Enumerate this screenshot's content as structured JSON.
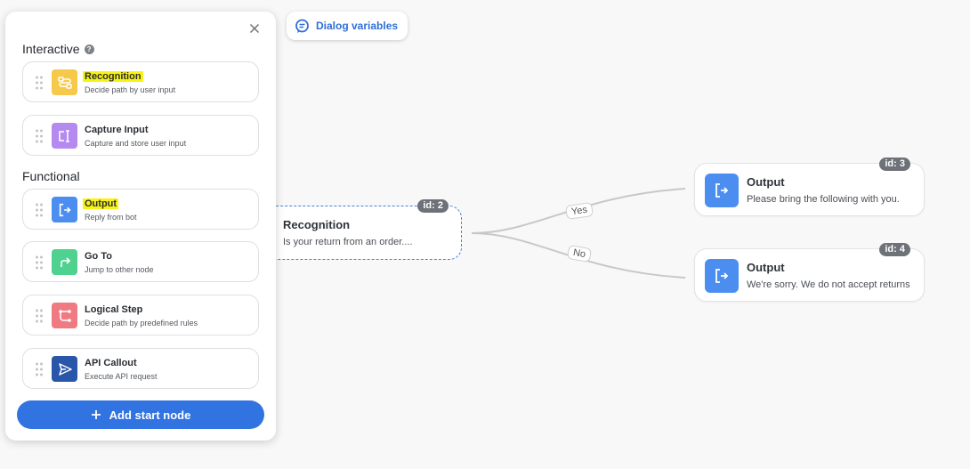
{
  "toolbar": {
    "dialog_variables_label": "Dialog variables"
  },
  "palette": {
    "sections": [
      {
        "title": "Interactive"
      },
      {
        "title": "Functional"
      }
    ],
    "items": [
      {
        "label": "Recognition",
        "desc": "Decide path by user input",
        "icon": "recognition-icon",
        "color": "#f6c94a"
      },
      {
        "label": "Capture Input",
        "desc": "Capture and store user input",
        "icon": "capture-input-icon",
        "color": "#b58af0"
      },
      {
        "label": "Output",
        "desc": "Reply from bot",
        "icon": "output-icon",
        "color": "#4b8ef0"
      },
      {
        "label": "Go To",
        "desc": "Jump to other node",
        "icon": "goto-icon",
        "color": "#4fd18f"
      },
      {
        "label": "Logical Step",
        "desc": "Decide path by predefined rules",
        "icon": "logical-step-icon",
        "color": "#f07a82"
      },
      {
        "label": "API Callout",
        "desc": "Execute API request",
        "icon": "api-callout-icon",
        "color": "#2956a8"
      }
    ],
    "add_start_node_label": "Add start node"
  },
  "flow": {
    "recognition_node": {
      "badge": "id: 2",
      "title": "Recognition",
      "subtitle": "Is your return from an order...."
    },
    "output_nodes": [
      {
        "badge": "id: 3",
        "title": "Output",
        "subtitle": "Please bring the following with you."
      },
      {
        "badge": "id: 4",
        "title": "Output",
        "subtitle": "We're sorry. We do not accept returns"
      }
    ],
    "edges": [
      {
        "label": "Yes"
      },
      {
        "label": "No"
      }
    ]
  },
  "colors": {
    "accent": "#3173e0",
    "highlight": "#f8f312"
  }
}
